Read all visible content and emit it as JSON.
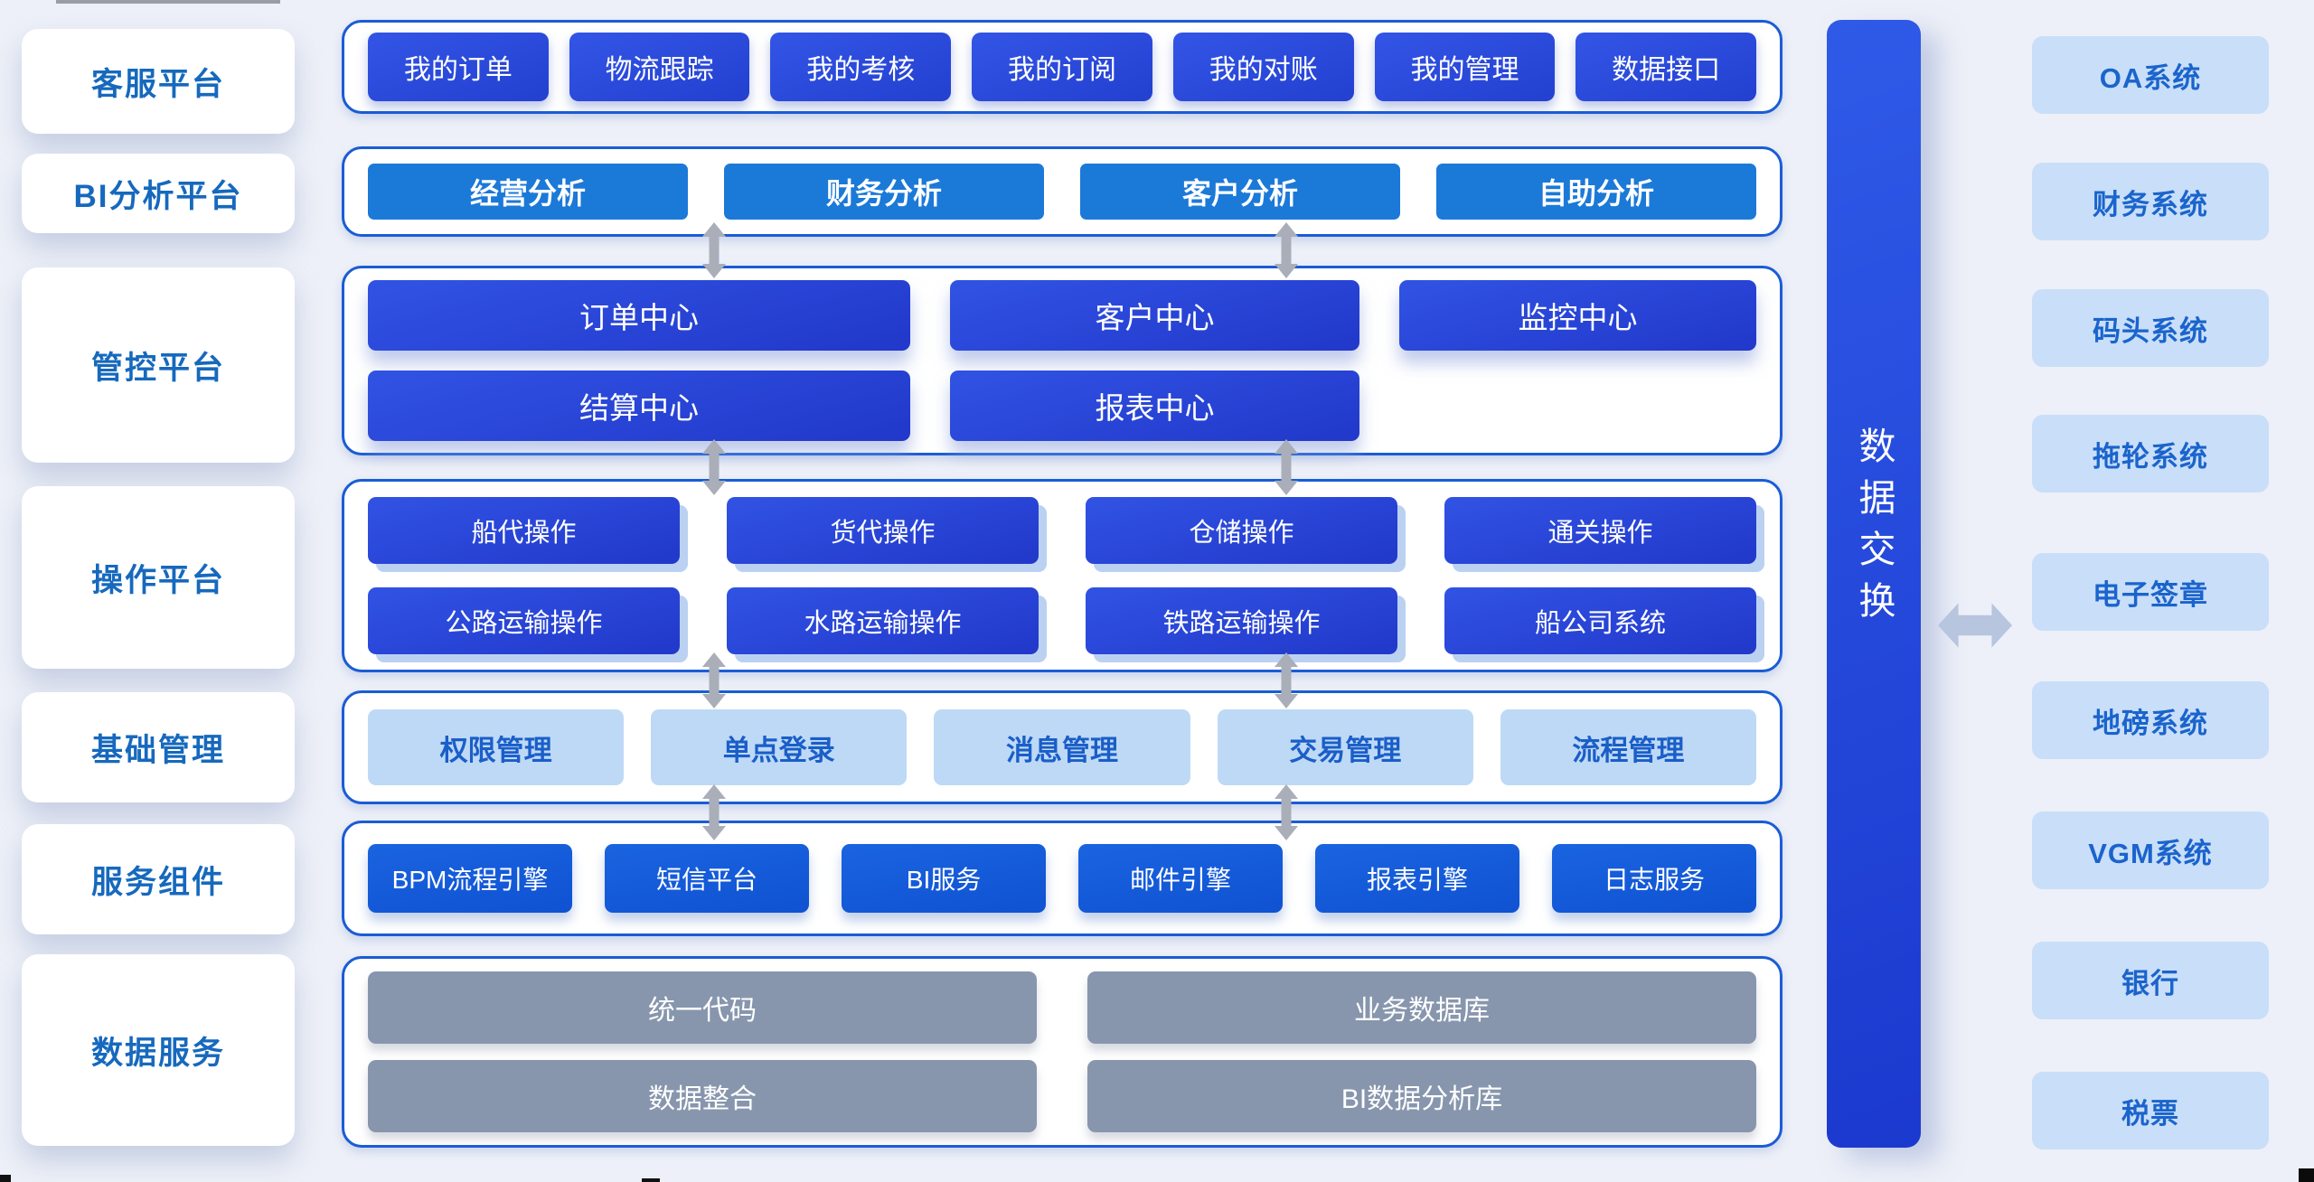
{
  "palette": {
    "page_bg": "#EDF0F8",
    "panel_border": "#1A5CD6",
    "royal_blue": "#2B4ADF",
    "flat_blue": "#1B79D8",
    "service_blue": "#1459D8",
    "light_blue_box": "#BED9F6",
    "light_blue_chip": "#C9DEF8",
    "gray_box": "#8796AD",
    "label_text_blue": "#1669BD",
    "chip_text_blue": "#1A5EC8",
    "arrow_gray": "#A9AEB8",
    "arrow_steel_blue": "#B7C5DE",
    "bar_gradient_top": "#2F5AE8",
    "bar_gradient_bottom": "#1B39CE"
  },
  "left_labels": [
    "客服平台",
    "BI分析平台",
    "管控平台",
    "操作平台",
    "基础管理",
    "服务组件",
    "数据服务"
  ],
  "sections": {
    "customer": {
      "items": [
        "我的订单",
        "物流跟踪",
        "我的考核",
        "我的订阅",
        "我的对账",
        "我的管理",
        "数据接口"
      ]
    },
    "bi": {
      "items": [
        "经营分析",
        "财务分析",
        "客户分析",
        "自助分析"
      ]
    },
    "control": {
      "row1": [
        "订单中心",
        "客户中心",
        "监控中心"
      ],
      "row2": [
        "结算中心",
        "报表中心"
      ]
    },
    "operation": {
      "row1": [
        "船代操作",
        "货代操作",
        "仓储操作",
        "通关操作"
      ],
      "row2": [
        "公路运输操作",
        "水路运输操作",
        "铁路运输操作",
        "船公司系统"
      ]
    },
    "basic": {
      "items": [
        "权限管理",
        "单点登录",
        "消息管理",
        "交易管理",
        "流程管理"
      ]
    },
    "service": {
      "items": [
        "BPM流程引擎",
        "短信平台",
        "BI服务",
        "邮件引擎",
        "报表引擎",
        "日志服务"
      ]
    },
    "data": {
      "row1": [
        "统一代码",
        "业务数据库"
      ],
      "row2": [
        "数据整合",
        "BI数据分析库"
      ]
    }
  },
  "exchange_bar": {
    "label": "数据交换"
  },
  "external_systems": [
    "OA系统",
    "财务系统",
    "码头系统",
    "拖轮系统",
    "电子签章",
    "地磅系统",
    "VGM系统",
    "银行",
    "税票"
  ],
  "icons": {
    "vertical_arrow": "double-arrow-vertical",
    "horizontal_arrow": "double-arrow-horizontal"
  }
}
